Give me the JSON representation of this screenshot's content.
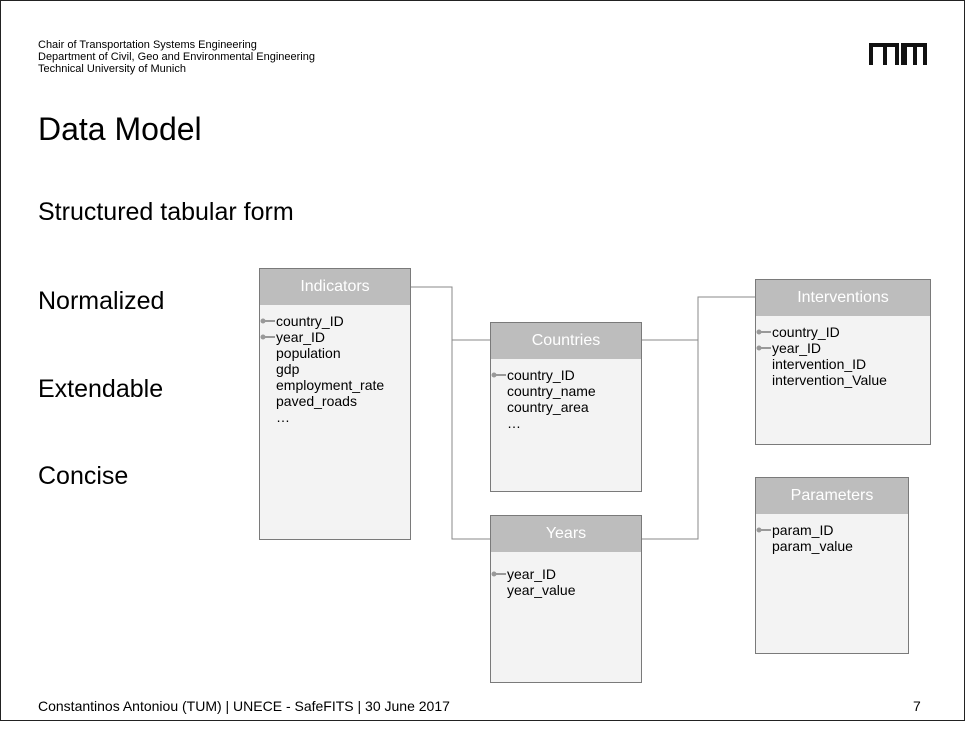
{
  "header": {
    "line1": "Chair of Transportation Systems Engineering",
    "line2": "Department of Civil, Geo and Environmental Engineering",
    "line3": "Technical University of Munich",
    "logo_text": "TUM"
  },
  "title": "Data Model",
  "bullets": [
    "Structured tabular form",
    "Normalized",
    "Extendable",
    "Concise"
  ],
  "tables": {
    "indicators": {
      "name": "Indicators",
      "fields": [
        "country_ID",
        "year_ID",
        "population",
        "gdp",
        "employment_rate",
        "paved_roads",
        "…"
      ]
    },
    "countries": {
      "name": "Countries",
      "fields": [
        "country_ID",
        "country_name",
        "country_area",
        "…"
      ]
    },
    "years": {
      "name": "Years",
      "fields": [
        "year_ID",
        "year_value"
      ]
    },
    "interventions": {
      "name": "Interventions",
      "fields": [
        "country_ID",
        "year_ID",
        "intervention_ID",
        "intervention_Value"
      ]
    },
    "parameters": {
      "name": "Parameters",
      "fields": [
        "param_ID",
        "param_value"
      ]
    }
  },
  "footer": {
    "text": "Constantinos Antoniou (TUM) | UNECE - SafeFITS | 30 June 2017",
    "page": "7"
  },
  "colors": {
    "table_header": "#bdbdbd",
    "table_body": "#f3f3f3",
    "border": "#7a7a7a"
  }
}
